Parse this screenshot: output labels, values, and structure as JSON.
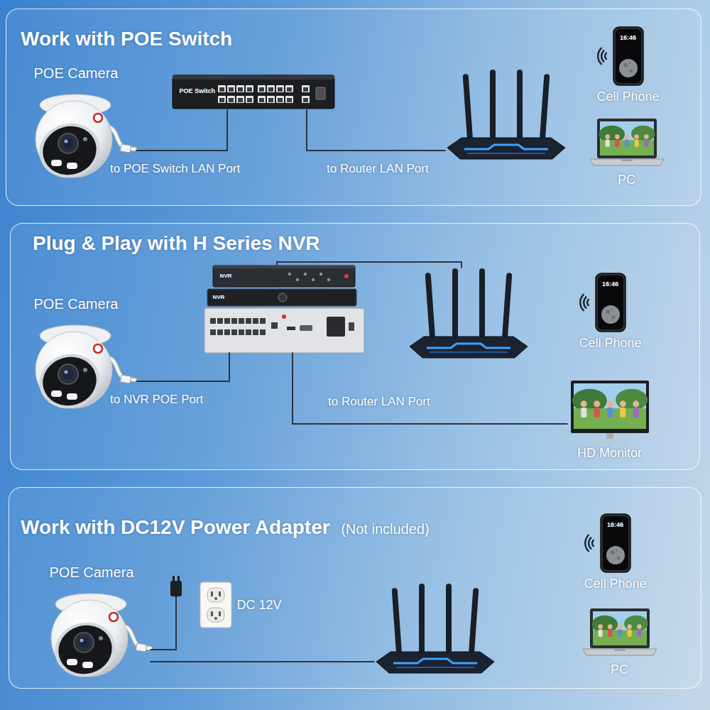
{
  "diagram": {
    "nodes": [
      {
        "text": [
          "Work with POE Switch"
        ]
      },
      {
        "text": [
          "POE Camera"
        ],
        "in": 0
      },
      {
        "text": [
          "POE Switch"
        ],
        "in": 0
      },
      {
        "text": [],
        "in": 0
      },
      {
        "text": [
          "16:46",
          "Cell Phone"
        ],
        "in": 0
      },
      {
        "text": [
          "PC"
        ],
        "in": 0
      },
      {
        "text": [
          "Plug & Play with H Series NVR"
        ]
      },
      {
        "text": [
          "POE Camera"
        ],
        "in": 6
      },
      {
        "text": [
          "NVR",
          "NVR"
        ],
        "in": 6
      },
      {
        "text": [],
        "in": 6
      },
      {
        "text": [
          "16:46",
          "Cell Phone"
        ],
        "in": 6
      },
      {
        "text": [
          "HD Monitor"
        ],
        "in": 6
      },
      {
        "text": [
          "Work with DC12V Power Adapter",
          "(Not included)"
        ]
      },
      {
        "text": [
          "POE Camera"
        ],
        "in": 12
      },
      {
        "text": [
          "DC 12V"
        ],
        "in": 12
      },
      {
        "text": [],
        "in": 12
      },
      {
        "text": [
          "16:46",
          "Cell Phone"
        ],
        "in": 12
      },
      {
        "text": [
          "PC"
        ],
        "in": 12
      }
    ],
    "edges": [
      {
        "from": 1,
        "to": 2,
        "arrow": "none",
        "label": "to POE Switch LAN Port"
      },
      {
        "from": 2,
        "to": 3,
        "arrow": "none",
        "label": "to Router LAN Port"
      },
      {
        "from": 7,
        "to": 8,
        "arrow": "none",
        "label": "to NVR POE Port"
      },
      {
        "from": 8,
        "to": 9,
        "arrow": "none"
      },
      {
        "from": 8,
        "to": 11,
        "arrow": "none",
        "label": "to Router LAN Port"
      },
      {
        "from": 13,
        "to": 14,
        "arrow": "none"
      },
      {
        "from": 13,
        "to": 15,
        "arrow": "none"
      }
    ]
  }
}
